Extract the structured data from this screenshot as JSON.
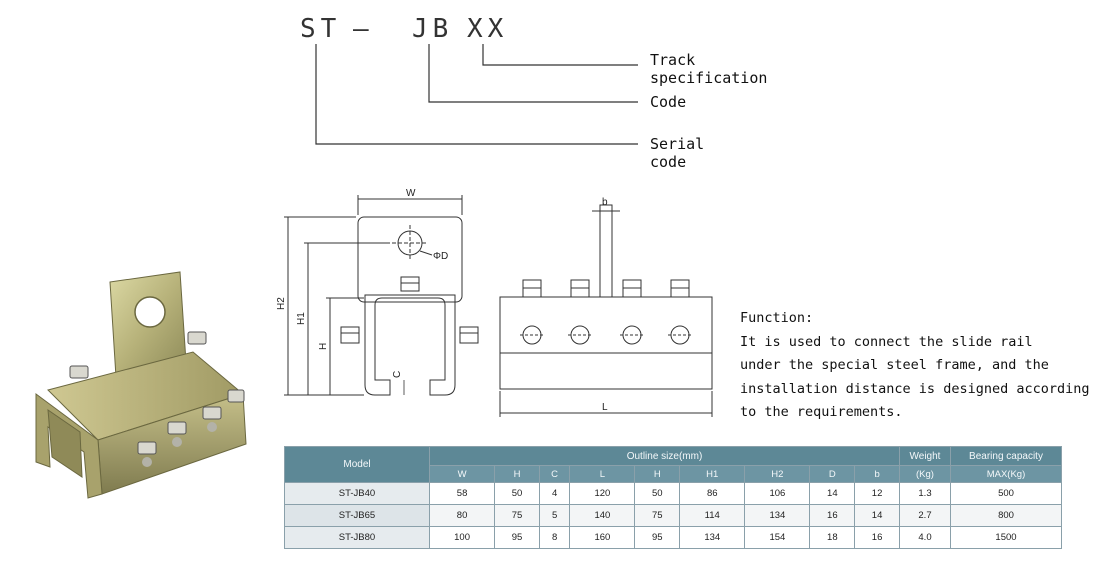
{
  "code": {
    "part1": "ST",
    "dash": "—",
    "part2": "JB",
    "part3": "XX",
    "labels": {
      "track_spec": "Track specification",
      "code": "Code",
      "serial": "Serial code"
    }
  },
  "drawing": {
    "w": "W",
    "h2": "H2",
    "h1": "H1",
    "h": "H",
    "c": "C",
    "d": "ΦD",
    "b": "b",
    "l": "L"
  },
  "function": {
    "title": "Function:",
    "lines": [
      "It is used to connect the slide rail",
      "under the special steel frame, and the",
      "installation distance is designed according",
      "to the requirements."
    ]
  },
  "table": {
    "model_header": "Model",
    "outline_header": "Outline size(mm)",
    "weight_header_1": "Weight",
    "weight_header_2": "(Kg)",
    "bearing_header_1": "Bearing capacity",
    "bearing_header_2": "MAX(Kg)",
    "sub_headers": [
      "W",
      "H",
      "C",
      "L",
      "H",
      "H1",
      "H2",
      "D",
      "b"
    ],
    "rows": [
      {
        "model": "ST-JB40",
        "values": [
          "58",
          "50",
          "4",
          "120",
          "50",
          "86",
          "106",
          "14",
          "12"
        ],
        "weight": "1.3",
        "bearing": "500"
      },
      {
        "model": "ST-JB65",
        "values": [
          "80",
          "75",
          "5",
          "140",
          "75",
          "114",
          "134",
          "16",
          "14"
        ],
        "weight": "2.7",
        "bearing": "800"
      },
      {
        "model": "ST-JB80",
        "values": [
          "100",
          "95",
          "8",
          "160",
          "95",
          "134",
          "154",
          "18",
          "16"
        ],
        "weight": "4.0",
        "bearing": "1500"
      }
    ]
  },
  "colors": {
    "table_header": "#5d8896",
    "metal": "#b8b27c",
    "line": "#333333"
  }
}
